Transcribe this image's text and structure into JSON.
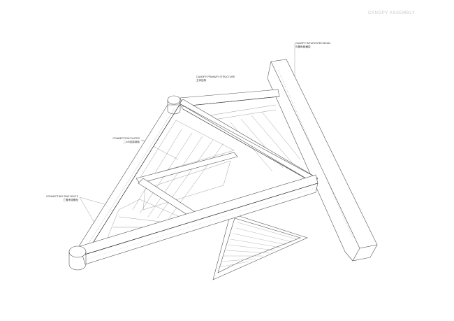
{
  "title": "CANOPY ASSEMBLY",
  "labels": [
    {
      "id": "bifurcated-beam",
      "en": "CANOPY BIFURCATED BEAM",
      "cn": "叫棚両翅横梁"
    },
    {
      "id": "primary-structure",
      "en": "CANOPY PRIMARY STRUCTURE",
      "cn": "主体结构"
    },
    {
      "id": "connection-plates",
      "en": "CONNECTION PLATES",
      "cn": "二cu0连接钢板"
    },
    {
      "id": "connecting-sink-bolts",
      "en": "CONNECTING SINK BOLTS",
      "cn": "亡置承插螺栓"
    }
  ],
  "colors": {
    "line": "#555555",
    "light": "#9a9a9a",
    "title": "#c8c8c8"
  }
}
